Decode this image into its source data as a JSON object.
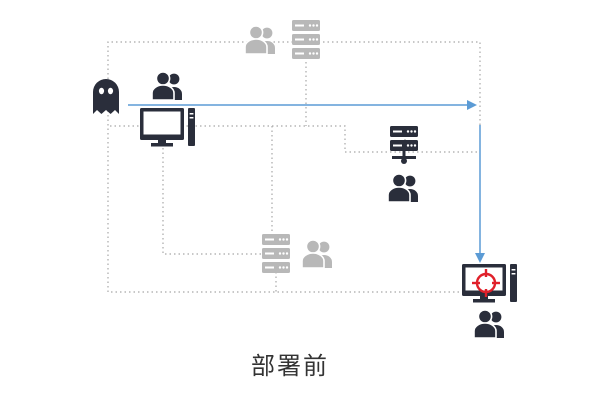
{
  "caption": "部署前",
  "colors": {
    "dark": "#2a2e3b",
    "light": "#b8b8b8",
    "dotted_line": "#a8a8a8",
    "attack_arrow": "#5b9bd5",
    "target": "#e0202a"
  },
  "nodes": [
    {
      "name": "attacker-ghost-icon",
      "icon": "ghost",
      "tone": "dark"
    },
    {
      "name": "top-users-icon",
      "icon": "users",
      "tone": "dark"
    },
    {
      "name": "top-pc-icon",
      "icon": "computer",
      "tone": "dark"
    },
    {
      "name": "upper-users-icon",
      "icon": "users",
      "tone": "light"
    },
    {
      "name": "upper-server-icon",
      "icon": "server",
      "tone": "light"
    },
    {
      "name": "right-server-icon",
      "icon": "server",
      "tone": "dark"
    },
    {
      "name": "right-users-icon",
      "icon": "users",
      "tone": "dark"
    },
    {
      "name": "lower-server-icon",
      "icon": "server",
      "tone": "light"
    },
    {
      "name": "lower-users-icon",
      "icon": "users",
      "tone": "light"
    },
    {
      "name": "target-pc-icon",
      "icon": "computer-target",
      "tone": "dark"
    },
    {
      "name": "bottom-users-icon",
      "icon": "users",
      "tone": "dark"
    }
  ]
}
